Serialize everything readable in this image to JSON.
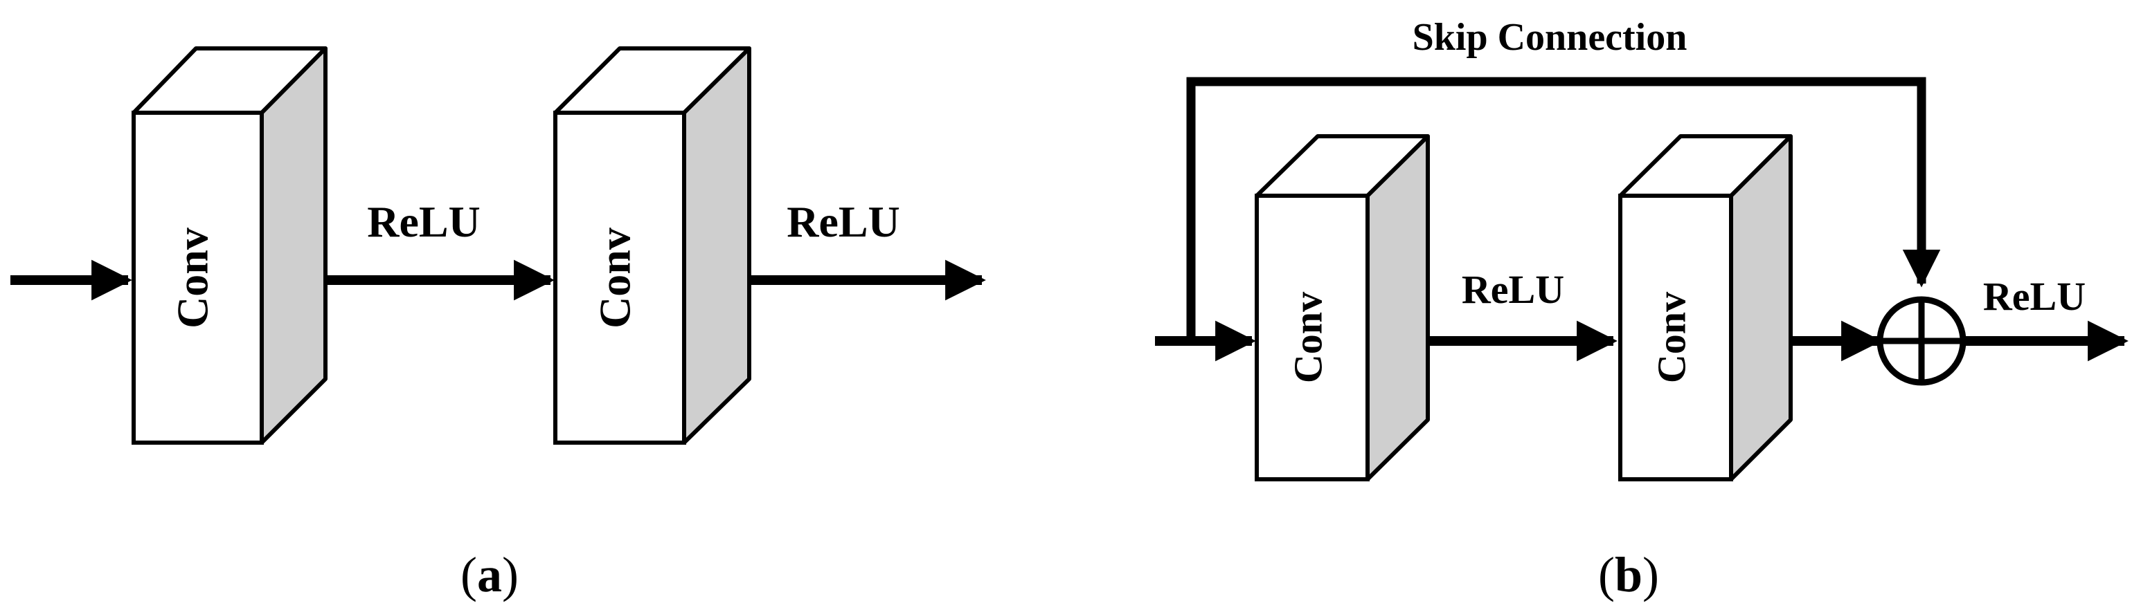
{
  "panel_a": {
    "block_1_label": "Conv",
    "block_2_label": "Conv",
    "activation_1_label": "ReLU",
    "activation_2_label": "ReLU",
    "caption_letter": "a",
    "caption_open": "(",
    "caption_close": ")"
  },
  "panel_b": {
    "skip_label": "Skip Connection",
    "block_1_label": "Conv",
    "block_2_label": "Conv",
    "activation_1_label": "ReLU",
    "activation_2_label": "ReLU",
    "caption_letter": "b",
    "caption_open": "(",
    "caption_close": ")"
  },
  "colors": {
    "stroke": "#000000",
    "box_front": "#ffffff",
    "box_side": "#cfcfcf",
    "background": "#ffffff"
  }
}
